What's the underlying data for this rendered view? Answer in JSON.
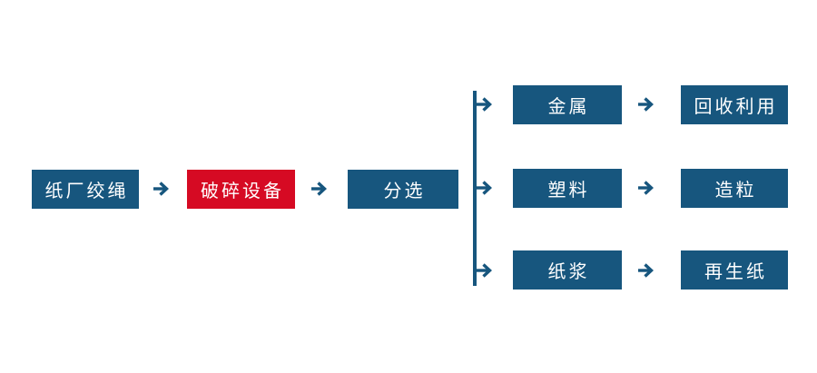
{
  "colors": {
    "node_blue": "#17567E",
    "node_red": "#D60A23",
    "connector_blue": "#17567E",
    "text_white": "#FFFFFF",
    "background": "#FFFFFF"
  },
  "diagram": {
    "type": "flowchart",
    "direction": "left-to-right",
    "main_chain": [
      {
        "label": "纸厂绞绳",
        "variant": "blue"
      },
      {
        "label": "破碎设备",
        "variant": "red",
        "highlighted": true
      },
      {
        "label": "分选",
        "variant": "blue"
      }
    ],
    "branches": [
      {
        "material": "金属",
        "outcome": "回收利用"
      },
      {
        "material": "塑料",
        "outcome": "造粒"
      },
      {
        "material": "纸浆",
        "outcome": "再生纸"
      }
    ]
  }
}
